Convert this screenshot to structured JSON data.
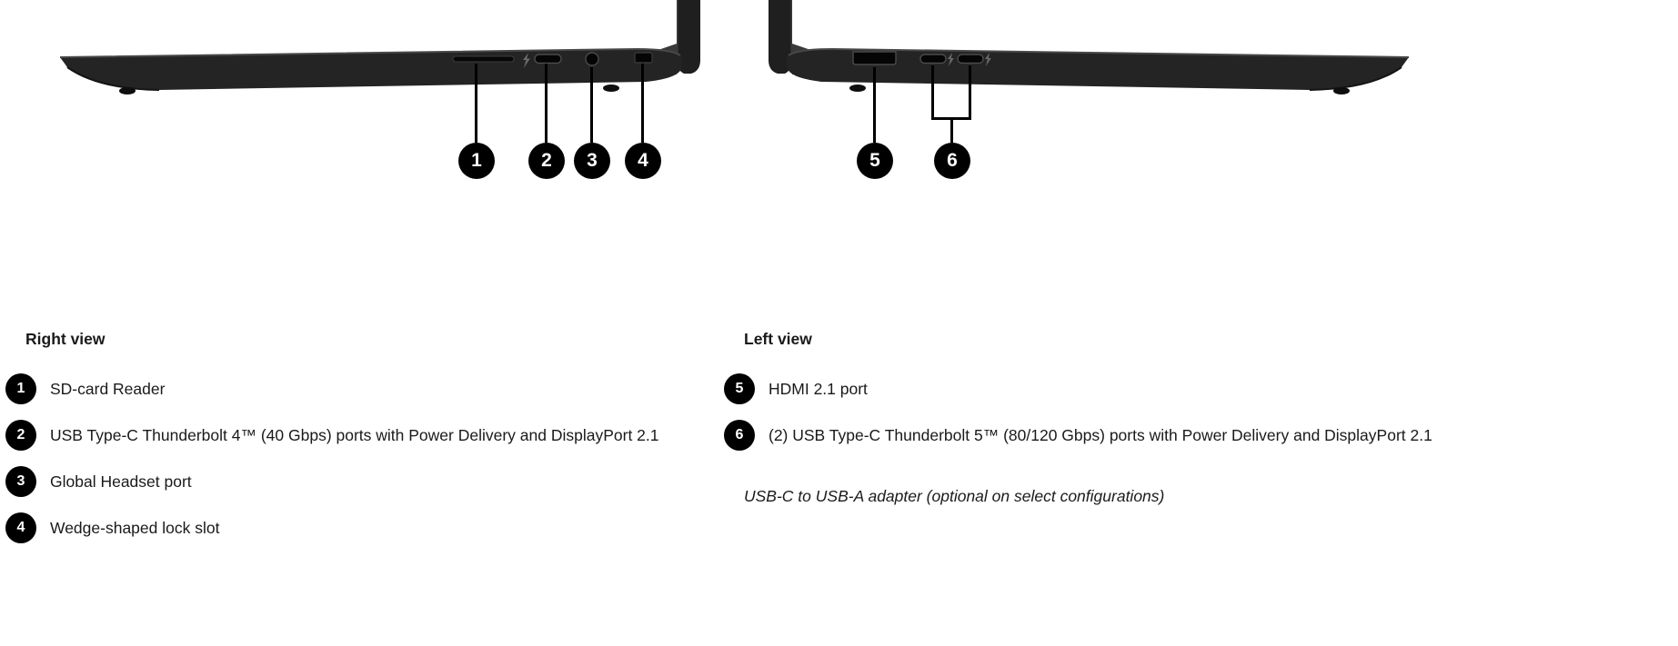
{
  "figures": {
    "right_view": {
      "callouts": [
        {
          "n": "1"
        },
        {
          "n": "2"
        },
        {
          "n": "3"
        },
        {
          "n": "4"
        }
      ]
    },
    "left_view": {
      "callouts": [
        {
          "n": "5"
        },
        {
          "n": "6"
        }
      ]
    }
  },
  "legend": {
    "right": {
      "title": "Right view",
      "items": [
        {
          "n": "1",
          "label": "SD-card Reader"
        },
        {
          "n": "2",
          "label": "USB Type-C Thunderbolt 4™ (40 Gbps) ports with Power Delivery and DisplayPort 2.1"
        },
        {
          "n": "3",
          "label": "Global Headset port"
        },
        {
          "n": "4",
          "label": "Wedge-shaped lock slot"
        }
      ]
    },
    "left": {
      "title": "Left view",
      "items": [
        {
          "n": "5",
          "label": "HDMI 2.1 port"
        },
        {
          "n": "6",
          "label": "(2) USB Type-C Thunderbolt 5™ (80/120 Gbps) ports with Power Delivery and DisplayPort 2.1"
        }
      ],
      "note": "USB-C to USB-A adapter (optional on select configurations)"
    }
  },
  "colors": {
    "background": "#ffffff",
    "laptop_body": "#242424",
    "laptop_screen": "#1f1f1f",
    "callout_bg": "#000000",
    "callout_text": "#ffffff",
    "text": "#1a1a1a"
  }
}
